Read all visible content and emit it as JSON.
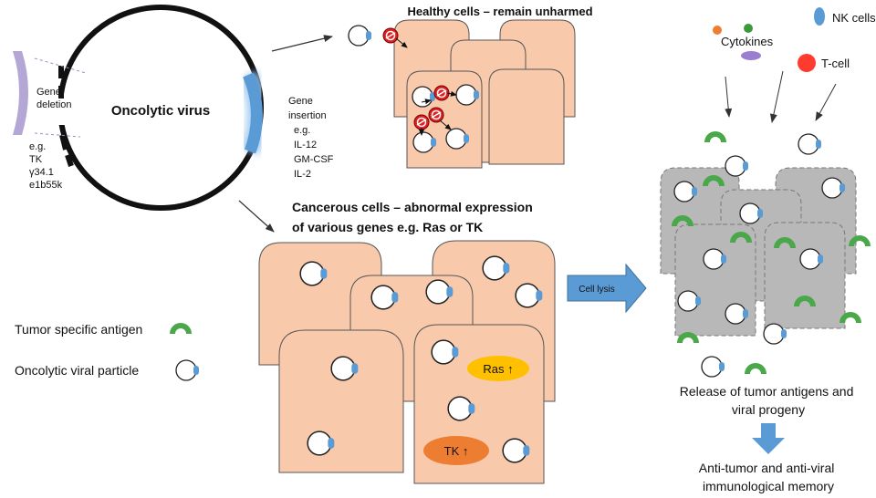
{
  "virus": {
    "label": "Oncolytic virus",
    "deletion_title": [
      "Gene",
      "deletion"
    ],
    "deletion_examples": [
      "e.g.",
      "TK",
      "γ34.1",
      "e1b55k"
    ],
    "insertion_title": [
      "Gene",
      "insertion"
    ],
    "insertion_examples": [
      "e.g.",
      "IL-12",
      "GM-CSF",
      "IL-2"
    ]
  },
  "healthy": {
    "title": "Healthy cells – remain unharmed"
  },
  "cancer": {
    "title": [
      "Cancerous cells – abnormal expression",
      "of various genes e.g. Ras or TK"
    ],
    "ras_label": "Ras ↑",
    "tk_label": "TK ↑"
  },
  "lysis": {
    "label": "Cell lysis"
  },
  "immune": {
    "cytokines": "Cytokines",
    "nk_cells": "NK cells",
    "t_cell": "T-cell"
  },
  "release": {
    "text": [
      "Release of tumor antigens and",
      "viral progeny"
    ]
  },
  "memory": {
    "text": [
      "Anti-tumor and anti-viral",
      "immunological memory"
    ]
  },
  "legend": {
    "antigen": "Tumor specific antigen",
    "particle": "Oncolytic viral particle"
  },
  "colors": {
    "cell_fill": "#f9c9ab",
    "dead_cell_fill": "#b8b8b8",
    "antigen_green": "#4aa84a",
    "viral_blue": "#5b9bd5",
    "ras_yellow": "#ffc000",
    "tk_orange": "#ed7d31",
    "tcell_red": "#ff3b30",
    "deletion_purple": "#b4a7d6"
  }
}
